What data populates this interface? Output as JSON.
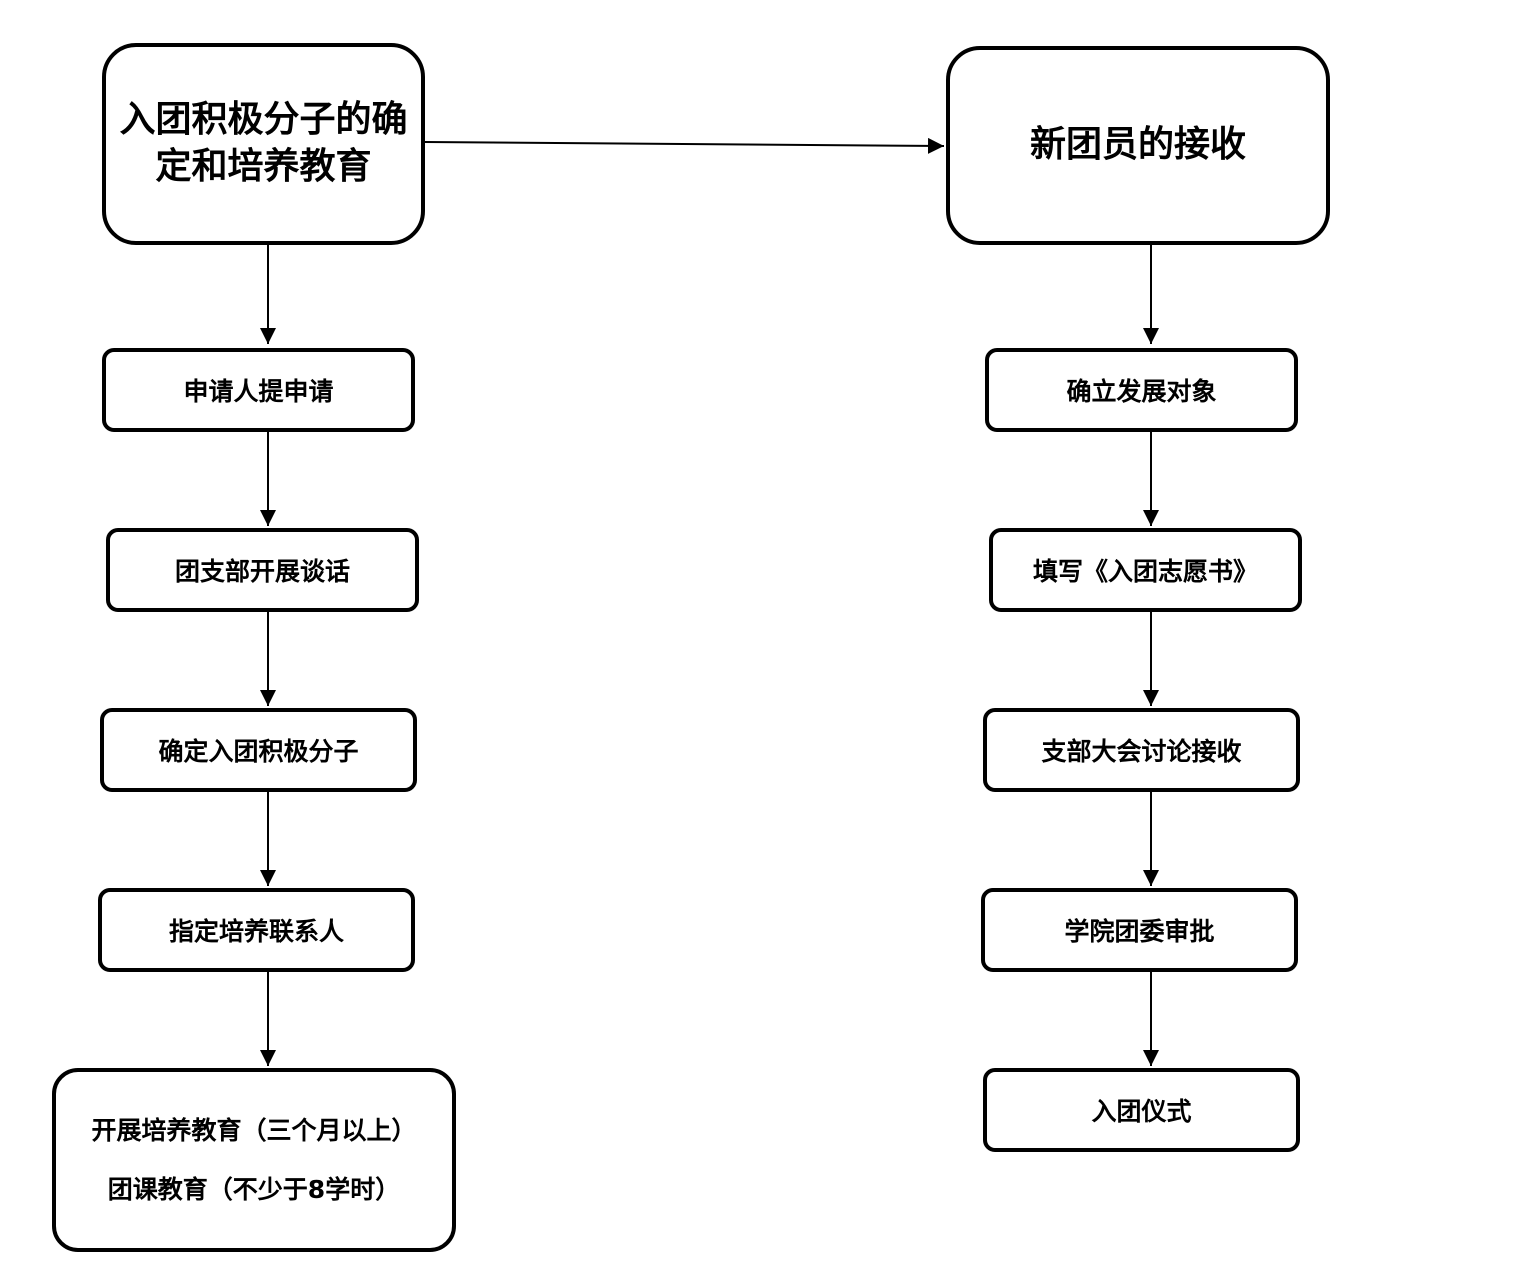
{
  "diagram": {
    "stages": {
      "left_title": "入团积极分子的确定和培养教育",
      "right_title": "新团员的接收"
    },
    "left_steps": [
      "申请人提申请",
      "团支部开展谈话",
      "确定入团积极分子",
      "指定培养联系人"
    ],
    "left_final": {
      "line1": "开展培养教育（三个月以上）",
      "line2": "团课教育（不少于8学时）"
    },
    "right_steps": [
      "确立发展对象",
      "填写《入团志愿书》",
      "支部大会讨论接收",
      "学院团委审批",
      "入团仪式"
    ],
    "colors": {
      "stroke": "#000000",
      "fill": "#ffffff",
      "text": "#000000"
    }
  }
}
